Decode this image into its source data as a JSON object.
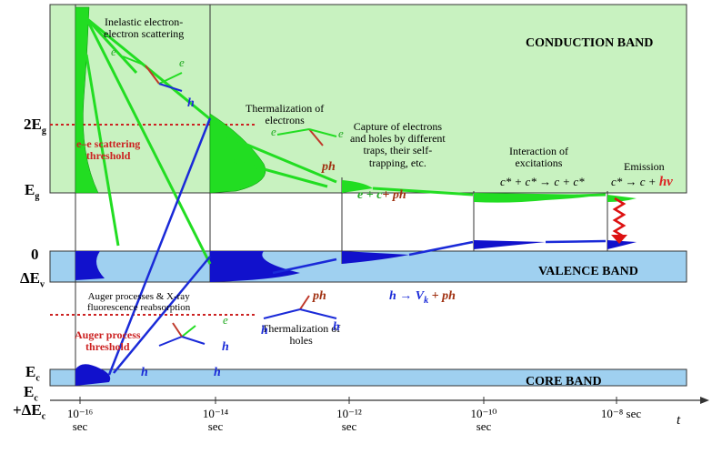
{
  "bands": {
    "conduction": "CONDUCTION BAND",
    "valence": "VALENCE BAND",
    "core": "CORE BAND"
  },
  "energy_labels": {
    "two_eg": "2E",
    "two_eg_sub": "g",
    "eg": "E",
    "eg_sub": "g",
    "zero": "0",
    "delta_ev": "ΔE",
    "delta_ev_sub": "v",
    "ec": "E",
    "ec_sub": "c",
    "ec_line2": "E",
    "ec_line2_sub": "c",
    "ec_line3": "+ΔE",
    "ec_line3_sub": "c"
  },
  "processes": {
    "inelastic": "Inelastic electron-\nelectron scattering",
    "ee_threshold": "e–e scattering\nthreshold",
    "thermalization_electrons": "Thermalization of\nelectrons",
    "capture": "Capture of electrons\nand holes by different\ntraps, their self-\ntrapping, etc.",
    "interaction": "Interaction of\nexcitations",
    "emission": "Emission",
    "auger": "Auger processes & X-ray\nfluorescence reabsorption",
    "auger_threshold": "Auger process\nthreshold",
    "thermalization_holes": "Thermalization of\nholes"
  },
  "particles": {
    "e": "e",
    "h": "h",
    "ph": "ph"
  },
  "equations": {
    "capture": "e + c",
    "capture_plus": "+ ph",
    "interaction": "c* + c* → c + c*",
    "emission": "c* → c + ",
    "emission_hv": "hν",
    "self_trap": "h → V",
    "self_trap_sub": "k",
    "self_trap_tail": " + ph"
  },
  "time_axis": {
    "ticks": [
      "10⁻¹⁶",
      "10⁻¹⁴",
      "10⁻¹²",
      "10⁻¹⁰",
      "10⁻⁸ sec"
    ],
    "unit": "sec",
    "axis_label": "t"
  },
  "colors": {
    "conduction_fill": "#c8f2c0",
    "band_blue": "#9fd0f0",
    "green": "#22dd22",
    "blue": "#1111cc",
    "red_dashed": "#cc2222"
  }
}
